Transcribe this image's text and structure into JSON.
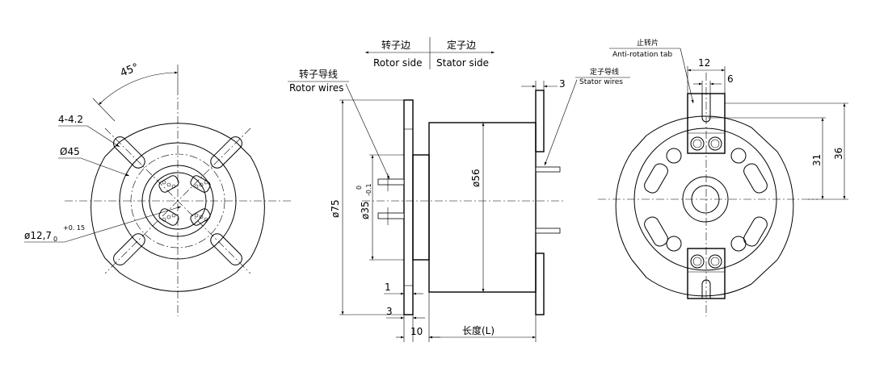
{
  "left_view": {
    "angle_label": "45°",
    "holes_label": "4-4.2",
    "circle_label": "Ø45",
    "bore_label": "ø12,7",
    "bore_tol_upper": "+0. 15",
    "bore_tol_lower": "0"
  },
  "side_view": {
    "rotor_side_cn": "转子边",
    "rotor_side_en": "Rotor side",
    "stator_side_cn": "定子边",
    "stator_side_en": "Stator  side",
    "rotor_wires_cn": "转子导线",
    "rotor_wires_en": "Rotor wires",
    "stator_wires_cn": "定子导线",
    "stator_wires_en": "Stator wires",
    "dim_top": "3",
    "dia_outer": "ø75",
    "dia_hub": "ø35",
    "dia_hub_tol_upper": "0",
    "dia_hub_tol_lower": "-0.1",
    "dia_body": "ø56",
    "dim_1": "1",
    "dim_3": "3",
    "dim_10": "10",
    "length_label": "长度(L)"
  },
  "right_view": {
    "tab_cn": "止转片",
    "tab_en": "Anti-rotation tab",
    "dim_12": "12",
    "dim_6": "6",
    "dim_31": "31",
    "dim_36": "36"
  }
}
